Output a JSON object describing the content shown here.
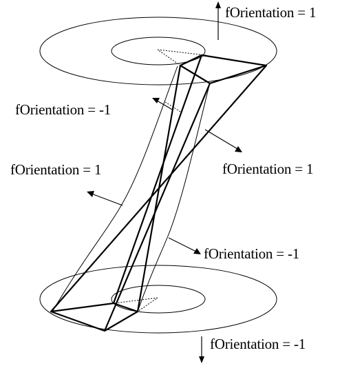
{
  "labels": {
    "top_normal": "fOrientation = 1",
    "upper_left_inner": "fOrientation = -1",
    "left_outer": "fOrientation = 1",
    "right_outer": "fOrientation = 1",
    "lower_right_inner": "fOrientation = -1",
    "bottom_normal": "fOrientation = -1"
  }
}
